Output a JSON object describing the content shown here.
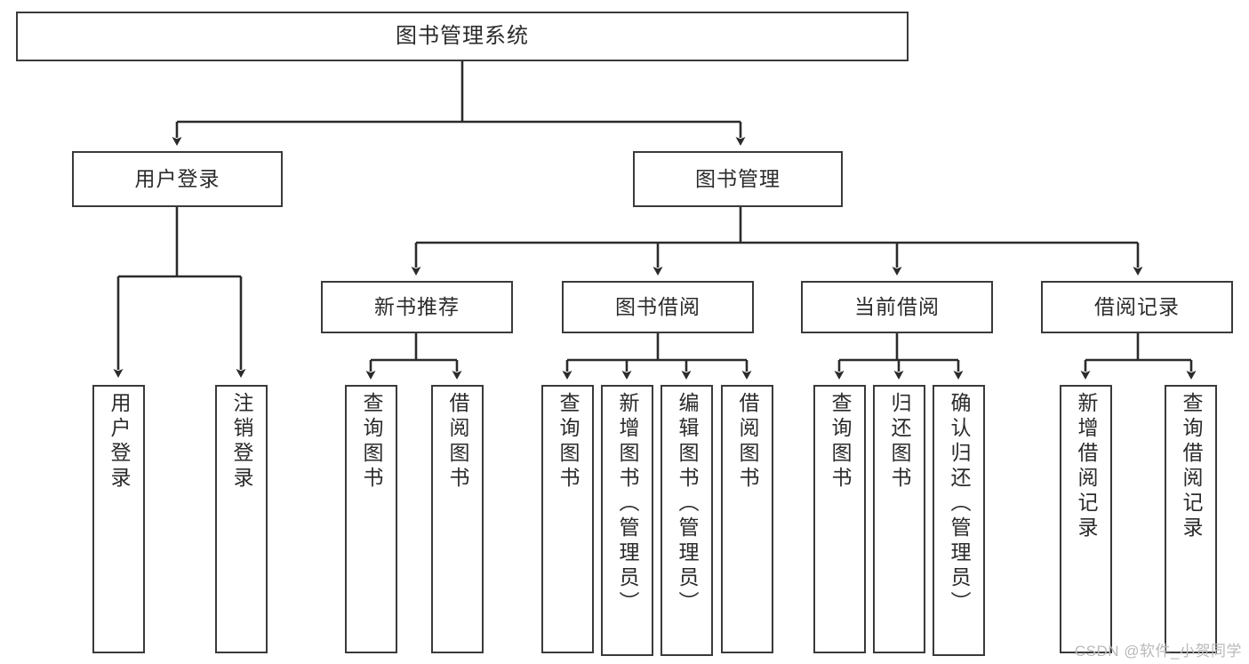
{
  "diagram": {
    "title": "图书管理系统",
    "type": "tree-hierarchy-diagram",
    "colors": {
      "box_border": "#3a3a3a",
      "box_fill": "#ffffff",
      "connector": "#2b2b2b",
      "text": "#2b2b2b",
      "watermark": "#b9b9b9",
      "background": "#ffffff"
    },
    "watermark": "CSDN @软件_小贺同学",
    "nodes": {
      "root": {
        "label": "图书管理系统"
      },
      "level2": [
        {
          "id": "user-login",
          "label": "用户登录"
        },
        {
          "id": "book-management",
          "label": "图书管理"
        }
      ],
      "level3": [
        {
          "id": "new-book-recommend",
          "label": "新书推荐"
        },
        {
          "id": "book-borrow",
          "label": "图书借阅"
        },
        {
          "id": "current-borrow",
          "label": "当前借阅"
        },
        {
          "id": "borrow-record",
          "label": "借阅记录"
        }
      ],
      "leaves": {
        "user_login": [
          {
            "id": "leaf-user-login",
            "label": "用户登录"
          },
          {
            "id": "leaf-logout-login",
            "label": "注销登录"
          }
        ],
        "new_book_recommend": [
          {
            "id": "leaf-query-book-1",
            "label": "查询图书"
          },
          {
            "id": "leaf-borrow-book-1",
            "label": "借阅图书"
          }
        ],
        "book_borrow": [
          {
            "id": "leaf-query-book-2",
            "label": "查询图书"
          },
          {
            "id": "leaf-add-book",
            "label": "新增图书（管理员）"
          },
          {
            "id": "leaf-edit-book",
            "label": "编辑图书（管理员）"
          },
          {
            "id": "leaf-borrow-book-2",
            "label": "借阅图书"
          }
        ],
        "current_borrow": [
          {
            "id": "leaf-query-book-3",
            "label": "查询图书"
          },
          {
            "id": "leaf-return-book",
            "label": "归还图书"
          },
          {
            "id": "leaf-confirm-return",
            "label": "确认归还（管理员）"
          }
        ],
        "borrow_record": [
          {
            "id": "leaf-add-record",
            "label": "新增借阅记录"
          },
          {
            "id": "leaf-query-record",
            "label": "查询借阅记录"
          }
        ]
      }
    }
  }
}
